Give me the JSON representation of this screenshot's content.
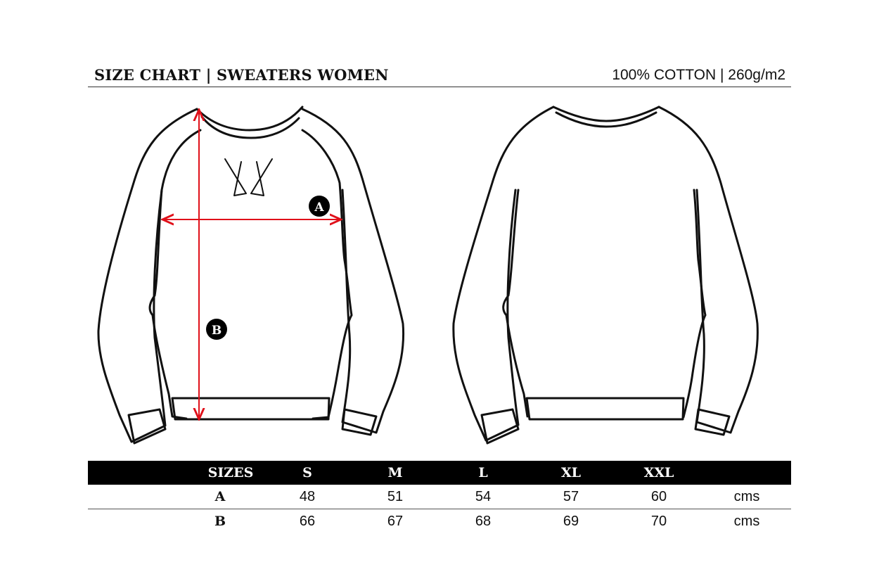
{
  "header": {
    "title": "SIZE CHART | SWEATERS WOMEN",
    "subtitle": "100% COTTON | 260g/m2"
  },
  "diagram": {
    "marker_a": "A",
    "marker_b": "B",
    "measure_color": "#e0101a"
  },
  "table": {
    "header_label": "SIZES",
    "sizes": [
      "S",
      "M",
      "L",
      "XL",
      "XXL"
    ],
    "rows": [
      {
        "label": "A",
        "values": [
          "48",
          "51",
          "54",
          "57",
          "60"
        ],
        "unit": "cms"
      },
      {
        "label": "B",
        "values": [
          "66",
          "67",
          "68",
          "69",
          "70"
        ],
        "unit": "cms"
      }
    ]
  }
}
